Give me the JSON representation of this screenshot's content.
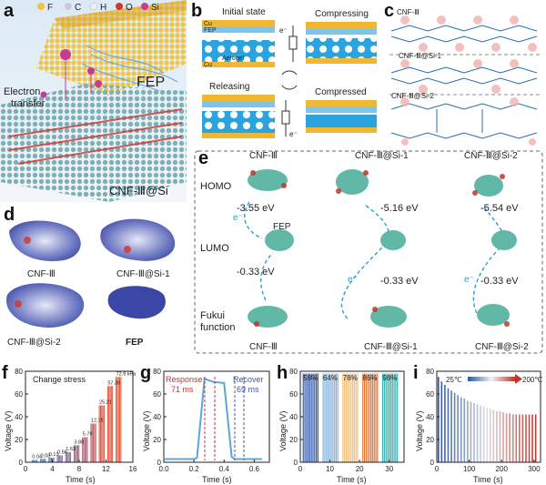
{
  "panels": {
    "a": {
      "letter": "a",
      "legend": [
        {
          "symbol": "F",
          "color": "#f2c43a"
        },
        {
          "symbol": "C",
          "color": "#c9cdd2"
        },
        {
          "symbol": "H",
          "color": "#eef1f4"
        },
        {
          "symbol": "O",
          "color": "#d3342b"
        },
        {
          "symbol": "Si",
          "color": "#c93b8e"
        }
      ],
      "label_fep": "FEP",
      "label_electron_line1": "Electron",
      "label_electron_line2": "transfer",
      "label_material": "CNF-Ⅲ@Si"
    },
    "b": {
      "letter": "b",
      "initial_state": "Initial state",
      "compressing": "Compressing",
      "releasing": "Releasing",
      "compressed": "Compressed",
      "cu": "Cu",
      "fep": "FEP",
      "aerogel": "Aerogel",
      "electron": "e⁻"
    },
    "c": {
      "letter": "c",
      "labels": [
        "CNF-Ⅲ",
        "CNF-Ⅲ@Si-1",
        "CNF-Ⅲ@Si-2"
      ]
    },
    "d": {
      "letter": "d",
      "labels": [
        "CNF-Ⅲ",
        "CNF-Ⅲ@Si-1",
        "CNF-Ⅲ@Si-2",
        "FEP"
      ]
    },
    "e": {
      "letter": "e",
      "columns": [
        "CNF-Ⅲ",
        "CNF-Ⅲ@Si-1",
        "CNF-Ⅲ@Si-2"
      ],
      "rows": [
        "HOMO",
        "LUMO",
        "Fukui\nfunction"
      ],
      "homo_energies": [
        "-3.55 eV",
        "-5.16 eV",
        "-5.54 eV"
      ],
      "lumo_energies": [
        "-0.33 eV",
        "-0.33 eV",
        "-0.33 eV"
      ],
      "fep": "FEP",
      "electron": "e⁻",
      "bottom_labels": [
        "CNF-Ⅲ",
        "CNF-Ⅲ@Si-1",
        "CNF-Ⅲ@Si-2"
      ]
    },
    "f": {
      "letter": "f",
      "title": "Change stress",
      "ylabel": "Voltage (V)",
      "xlabel": "Time (s)",
      "xticks": [
        "0",
        "4",
        "8",
        "12",
        "16"
      ],
      "yticks": [
        "0",
        "20",
        "40",
        "60",
        "80"
      ],
      "pressure_labels": [
        "0.04",
        "0.08",
        "0.13",
        "0.56",
        "1.63",
        "3.88",
        "5.79",
        "12.15",
        "25.21",
        "57.39",
        "72.8 kPa"
      ]
    },
    "g": {
      "letter": "g",
      "ylabel": "Voltage (V)",
      "xlabel": "Time (s)",
      "xticks": [
        "0.0",
        "0.2",
        "0.4",
        "0.6"
      ],
      "yticks": [
        "0",
        "20",
        "40",
        "60",
        "80"
      ],
      "response_label": "Response",
      "response_value": "71 ms",
      "recover_label": "Recover",
      "recover_value": "69 ms"
    },
    "h": {
      "letter": "h",
      "ylabel": "Voltage (V)",
      "xlabel": "Time (s)",
      "xticks": [
        "0",
        "10",
        "20",
        "30"
      ],
      "yticks": [
        "0",
        "20",
        "40",
        "60",
        "80"
      ],
      "humidity_labels": [
        "58%",
        "64%",
        "78%",
        "86%",
        "98%"
      ]
    },
    "i": {
      "letter": "i",
      "ylabel": "Voltage (V)",
      "xlabel": "Time (s)",
      "xticks": [
        "0",
        "100",
        "200",
        "300"
      ],
      "yticks": [
        "0",
        "20",
        "40",
        "60",
        "80"
      ],
      "temp_low": "25℃",
      "temp_high": "200℃"
    }
  },
  "chart_data": [
    {
      "type": "bar",
      "title": "Change stress",
      "xlabel": "Time (s)",
      "ylabel": "Voltage (V)",
      "xlim": [
        0,
        16
      ],
      "ylim": [
        0,
        80
      ],
      "categories": [
        "0.04",
        "0.08",
        "0.13",
        "0.56",
        "1.63",
        "3.88",
        "5.79",
        "12.15",
        "25.21",
        "57.39",
        "72.8 kPa"
      ],
      "values": [
        2,
        3,
        4,
        6,
        9,
        15,
        22,
        34,
        50,
        67,
        75
      ]
    },
    {
      "type": "line",
      "xlabel": "Time (s)",
      "ylabel": "Voltage (V)",
      "xlim": [
        0,
        0.7
      ],
      "ylim": [
        0,
        85
      ],
      "x": [
        0.0,
        0.2,
        0.22,
        0.27,
        0.29,
        0.33,
        0.4,
        0.45,
        0.47,
        0.55,
        0.65
      ],
      "y": [
        3,
        3,
        4,
        78,
        77,
        75,
        74,
        5,
        3,
        3,
        3
      ]
    },
    {
      "type": "bar",
      "xlabel": "Time (s)",
      "ylabel": "Voltage (V)",
      "xlim": [
        0,
        35
      ],
      "ylim": [
        0,
        80
      ],
      "categories": [
        "58%",
        "64%",
        "78%",
        "86%",
        "98%"
      ],
      "values": [
        78,
        78,
        78,
        78,
        78
      ]
    },
    {
      "type": "bar",
      "xlabel": "Time (s)",
      "ylabel": "Voltage (V)",
      "xlim": [
        0,
        320
      ],
      "ylim": [
        0,
        80
      ],
      "values": [
        75,
        71,
        68,
        65,
        63,
        61,
        59,
        57,
        56,
        54,
        53,
        52,
        51,
        50,
        49,
        48,
        47,
        46,
        45,
        45,
        44,
        43,
        43,
        42,
        42,
        42,
        42,
        42,
        42,
        42,
        42
      ]
    }
  ]
}
